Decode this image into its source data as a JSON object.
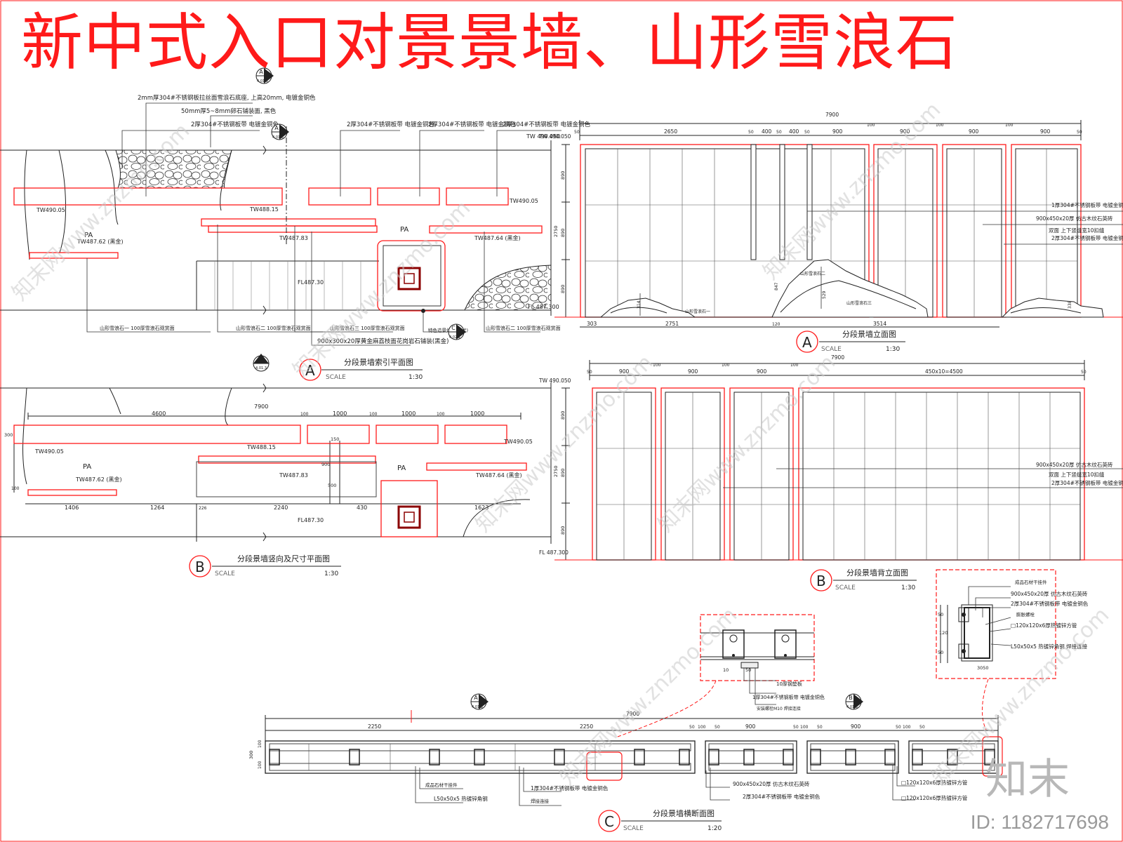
{
  "title": "新中式入口对景景墙、山形雪浪石",
  "watermark": "知末网www.znzmo.com",
  "brand": "知末",
  "image_id": "ID: 1182717698",
  "colors": {
    "red": "#ff1a1a",
    "line": "#222222",
    "grid": "#444444",
    "watermark": "#c8c8c8"
  },
  "views": {
    "a_plan": {
      "letter": "A",
      "title": "分段景墙索引平面图",
      "scale_label": "SCALE",
      "scale": "1:30"
    },
    "b_plan": {
      "letter": "B",
      "title": "分段景墙竖向及尺寸平面图",
      "scale_label": "SCALE",
      "scale": "1:30"
    },
    "a_elev": {
      "letter": "A",
      "title": "分段景墙立面图",
      "scale_label": "SCALE",
      "scale": "1:30"
    },
    "b_elev": {
      "letter": "B",
      "title": "分段景墙背立面图",
      "scale_label": "SCALE",
      "scale": "1:30"
    },
    "c_section": {
      "letter": "C",
      "title": "分段景墙横断面图",
      "scale_label": "SCALE",
      "scale": "1:20"
    }
  },
  "a_plan": {
    "notes": {
      "n1": "2mm厚304#不锈钢板拉丝面雪浪石底座, 上高20mm, 电镀金铜色",
      "n2": "50mm厚5~8mm卵石铺装面, 黑色",
      "n3": "2厚304#不锈钢板带  电镀金铜色",
      "n4": "2厚304#不锈钢板带  电镀金铜色",
      "n5": "2厚304#不锈钢板带  电镀金铜色",
      "n6": "2厚304#不锈钢板带  电镀金铜色",
      "n7": "山形雪浪石一  100厚雪浪石观赏面",
      "n8": "山形雪浪石二  100厚雪浪石观赏面",
      "n9": "山形雪浪石三  100厚雪浪石观赏面",
      "n10": "900x300x20厚黄金麻荔枝面花岗岩石铺装(黑金)",
      "n11": "特色造景灯一(样式)",
      "n12": "山形雪浪石二  100厚雪浪石观赏面"
    },
    "labels": {
      "tw_490_05_left": "TW490.05",
      "tw_488_15": "TW488.15",
      "tw_490_05_right": "TW490.05",
      "pa_left": "PA",
      "tw_487_62": "TW487.62 (黑金)",
      "tw_487_83": "TW487.83",
      "pa_center": "PA",
      "tw_487_64": "TW487.64 (黑金)",
      "fl_487_30": "FL487.30",
      "fl_487_300": "FL 487.300",
      "tw_490_050": "TW 490.050"
    },
    "markers": {
      "top": "A",
      "top_sheet": "4.01.3",
      "mid": "A",
      "mid_sheet": "4.01.3",
      "b_top": "B",
      "b_sheet": "4.01.3",
      "c_mark": "C",
      "c_sheet": "4.02.1"
    }
  },
  "b_plan": {
    "dims": [
      "4600",
      "100",
      "1000",
      "100",
      "1000",
      "100",
      "1000"
    ],
    "overall": "7900",
    "bottom_dims": [
      "1406",
      "1264",
      "226",
      "2240",
      "430",
      "1623"
    ],
    "labels": {
      "tw_490_05_left": "TW490.05",
      "tw_488_15": "TW488.15",
      "tw_490_05_right": "TW490.05",
      "pa_left": "PA",
      "tw_487_62": "TW487.62 (黑金)",
      "tw_487_83": "TW487.83",
      "pa_center": "PA",
      "tw_487_64": "TW487.64 (黑金)",
      "fl_487_30": "FL487.30",
      "v300": "300",
      "v100": "100",
      "v900": "900",
      "v500": "500",
      "v150": "150"
    }
  },
  "a_elev": {
    "overall": "7900",
    "top_dims": [
      "50",
      "2650",
      "50",
      "400",
      "50",
      "400",
      "50",
      "900",
      "100",
      "900",
      "100",
      "900",
      "100",
      "900",
      "50"
    ],
    "bottom_dims": [
      "303",
      "2751",
      "120",
      "3514"
    ],
    "left_dims": [
      "890",
      "890",
      "890",
      "2750"
    ],
    "tw": "TW 490.050",
    "fl": "FL 487.300",
    "notes": {
      "n1": "1厚304#不锈钢板带  电镀金铜色",
      "n2": "900x450x20厚  仿古木纹石英砖",
      "n3": "双面  上下竖缝宽10扣缝",
      "n4": "2厚304#不锈钢板带  电镀金铜色"
    },
    "rock_labels": {
      "r1": "山形雪浪石一",
      "r1h": "314",
      "r2": "山形雪浪石二",
      "r2h": "847",
      "r2h2": "529",
      "r3": "山形雪浪石三",
      "r3h": "338"
    }
  },
  "b_elev": {
    "overall": "7900",
    "top_dims": [
      "50",
      "900",
      "100",
      "900",
      "100",
      "900",
      "100",
      "450x10=4500",
      "50"
    ],
    "left_dims": [
      "890",
      "890",
      "890",
      "2750"
    ],
    "tw": "TW 490.050",
    "fl": "FL 487.300",
    "notes": {
      "n1": "900x450x20厚  仿古木纹石英砖",
      "n2": "双面  上下竖缝宽10扣缝",
      "n3": "2厚304#不锈钢板带  电镀金铜色"
    }
  },
  "detail_right": {
    "notes": {
      "n1": "成品石材干挂件",
      "n2": "900x450x20厚  仿古木纹石英砖",
      "n3": "2厚304#不锈钢板带  电镀金铜色",
      "n4": "膨胀螺栓",
      "n5": "□120x120x6厚热镀锌方管",
      "n6": "L50x50x5  热镀锌角钢  焊接连接"
    },
    "dims": [
      "50",
      "120",
      "50",
      "3050"
    ]
  },
  "detail_mid": {
    "notes": {
      "n1": "10厚钢垫板",
      "n2": "1厚304#不锈钢板带  电镀金铜色",
      "n3": "安装螺栓M10  焊接连接"
    },
    "dims": [
      "50",
      "10"
    ]
  },
  "c_section": {
    "overall": "7900",
    "dims": [
      "2250",
      "2250",
      "50",
      "100",
      "50",
      "900",
      "50",
      "100",
      "50",
      "900",
      "50",
      "100",
      "50"
    ],
    "left_dims": [
      "300",
      "100",
      "100"
    ],
    "notes": {
      "n1": "成品石材干挂件",
      "n2": "L50x50x5  热镀锌角钢",
      "n3": "1厚304#不锈钢板带  电镀金铜色",
      "n4": "焊接连接",
      "n5": "900x450x20厚  仿古木纹石英砖",
      "n6": "2厚304#不锈钢板带  电镀金铜色",
      "n7": "□120x120x6厚热镀锌方管",
      "n8": "□120x120x6厚热镀锌方管"
    },
    "marks": {
      "a": "A",
      "a_sheet": "4.01.3",
      "b": "B",
      "b_sheet": "4.01.3"
    }
  }
}
